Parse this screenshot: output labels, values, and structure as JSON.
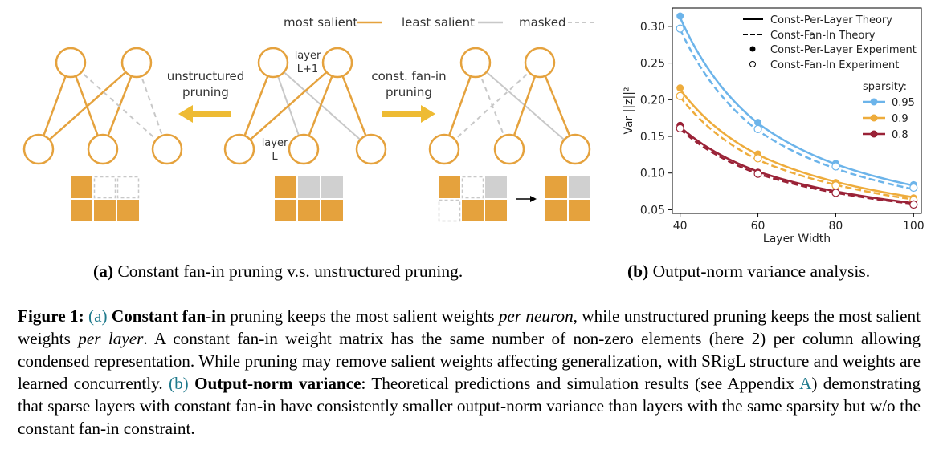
{
  "legend_top": {
    "most_salient": "most salient",
    "least_salient": "least salient",
    "masked": "masked"
  },
  "diagram": {
    "unstructured_label_1": "unstructured",
    "unstructured_label_2": "pruning",
    "fanin_label_1": "const. fan-in",
    "fanin_label_2": "pruning",
    "layer_top_1": "layer",
    "layer_top_2": "L+1",
    "layer_bottom_1": "layer",
    "layer_bottom_2": "L"
  },
  "colors": {
    "orange": "#e5a23d",
    "gray": "#c8c8c8",
    "blue": "#6cb4ea",
    "yellow": "#eeac3c",
    "red": "#9a2237",
    "arrow": "#eebb33"
  },
  "subcaption_a": {
    "label": "(a)",
    "text": " Constant fan-in pruning v.s. unstructured pruning."
  },
  "subcaption_b": {
    "label": "(b)",
    "text": " Output-norm variance analysis."
  },
  "caption": {
    "fig": "Figure 1:",
    "a_ref": "(a)",
    "a_bold": "Constant fan-in",
    "t1": " pruning keeps the most salient weights ",
    "t1_it": "per neuron",
    "t2": ", while unstructured pruning keeps the most salient weights ",
    "t2_it": "per layer",
    "t3": ". A constant fan-in weight matrix has the same number of non-zero elements (here 2) per column allowing condensed representation. While pruning may remove salient weights affecting generalization, with SRigL structure and weights are learned concurrently.",
    "b_ref": "(b)",
    "b_bold": "Output-norm variance",
    "t4": ": Theoretical predictions and simulation results (see Appendix ",
    "appendix": "A",
    "t5": ") demonstrating that sparse layers with constant fan-in have consistently smaller output-norm variance than layers with the same sparsity but w/o the constant fan-in constraint."
  },
  "chart_data": {
    "type": "line",
    "xlabel": "Layer Width",
    "ylabel": "Var ||z||²",
    "xlim": [
      38,
      102
    ],
    "ylim": [
      0.045,
      0.325
    ],
    "xticks": [
      40,
      60,
      80,
      100
    ],
    "yticks": [
      0.05,
      0.1,
      0.15,
      0.2,
      0.25,
      0.3
    ],
    "xtick_labels": [
      "40",
      "60",
      "80",
      "100"
    ],
    "ytick_labels": [
      "0.05",
      "0.10",
      "0.15",
      "0.20",
      "0.25",
      "0.30"
    ],
    "legend_entries": [
      "Const-Per-Layer Theory",
      "Const-Fan-In Theory",
      "Const-Per-Layer Experiment",
      "Const-Fan-In Experiment"
    ],
    "sparsity_legend_title": "sparsity:",
    "x": [
      40,
      60,
      80,
      100
    ],
    "series": [
      {
        "name": "0.95",
        "color": "#6cb4ea",
        "theory_per_layer": [
          0.312,
          0.168,
          0.112,
          0.083
        ],
        "theory_fan_in": [
          0.296,
          0.158,
          0.106,
          0.078
        ],
        "exp_per_layer": [
          0.314,
          0.169,
          0.113,
          0.084
        ],
        "exp_fan_in": [
          0.297,
          0.16,
          0.109,
          0.08
        ]
      },
      {
        "name": "0.9",
        "color": "#eeac3c",
        "theory_per_layer": [
          0.214,
          0.125,
          0.088,
          0.067
        ],
        "theory_fan_in": [
          0.204,
          0.118,
          0.084,
          0.064
        ],
        "exp_per_layer": [
          0.216,
          0.126,
          0.087,
          0.066
        ],
        "exp_fan_in": [
          0.205,
          0.12,
          0.083,
          0.063
        ]
      },
      {
        "name": "0.8",
        "color": "#9a2237",
        "theory_per_layer": [
          0.163,
          0.102,
          0.075,
          0.059
        ],
        "theory_fan_in": [
          0.16,
          0.099,
          0.073,
          0.058
        ],
        "exp_per_layer": [
          0.165,
          0.101,
          0.074,
          0.058
        ],
        "exp_fan_in": [
          0.161,
          0.099,
          0.073,
          0.057
        ]
      }
    ]
  }
}
